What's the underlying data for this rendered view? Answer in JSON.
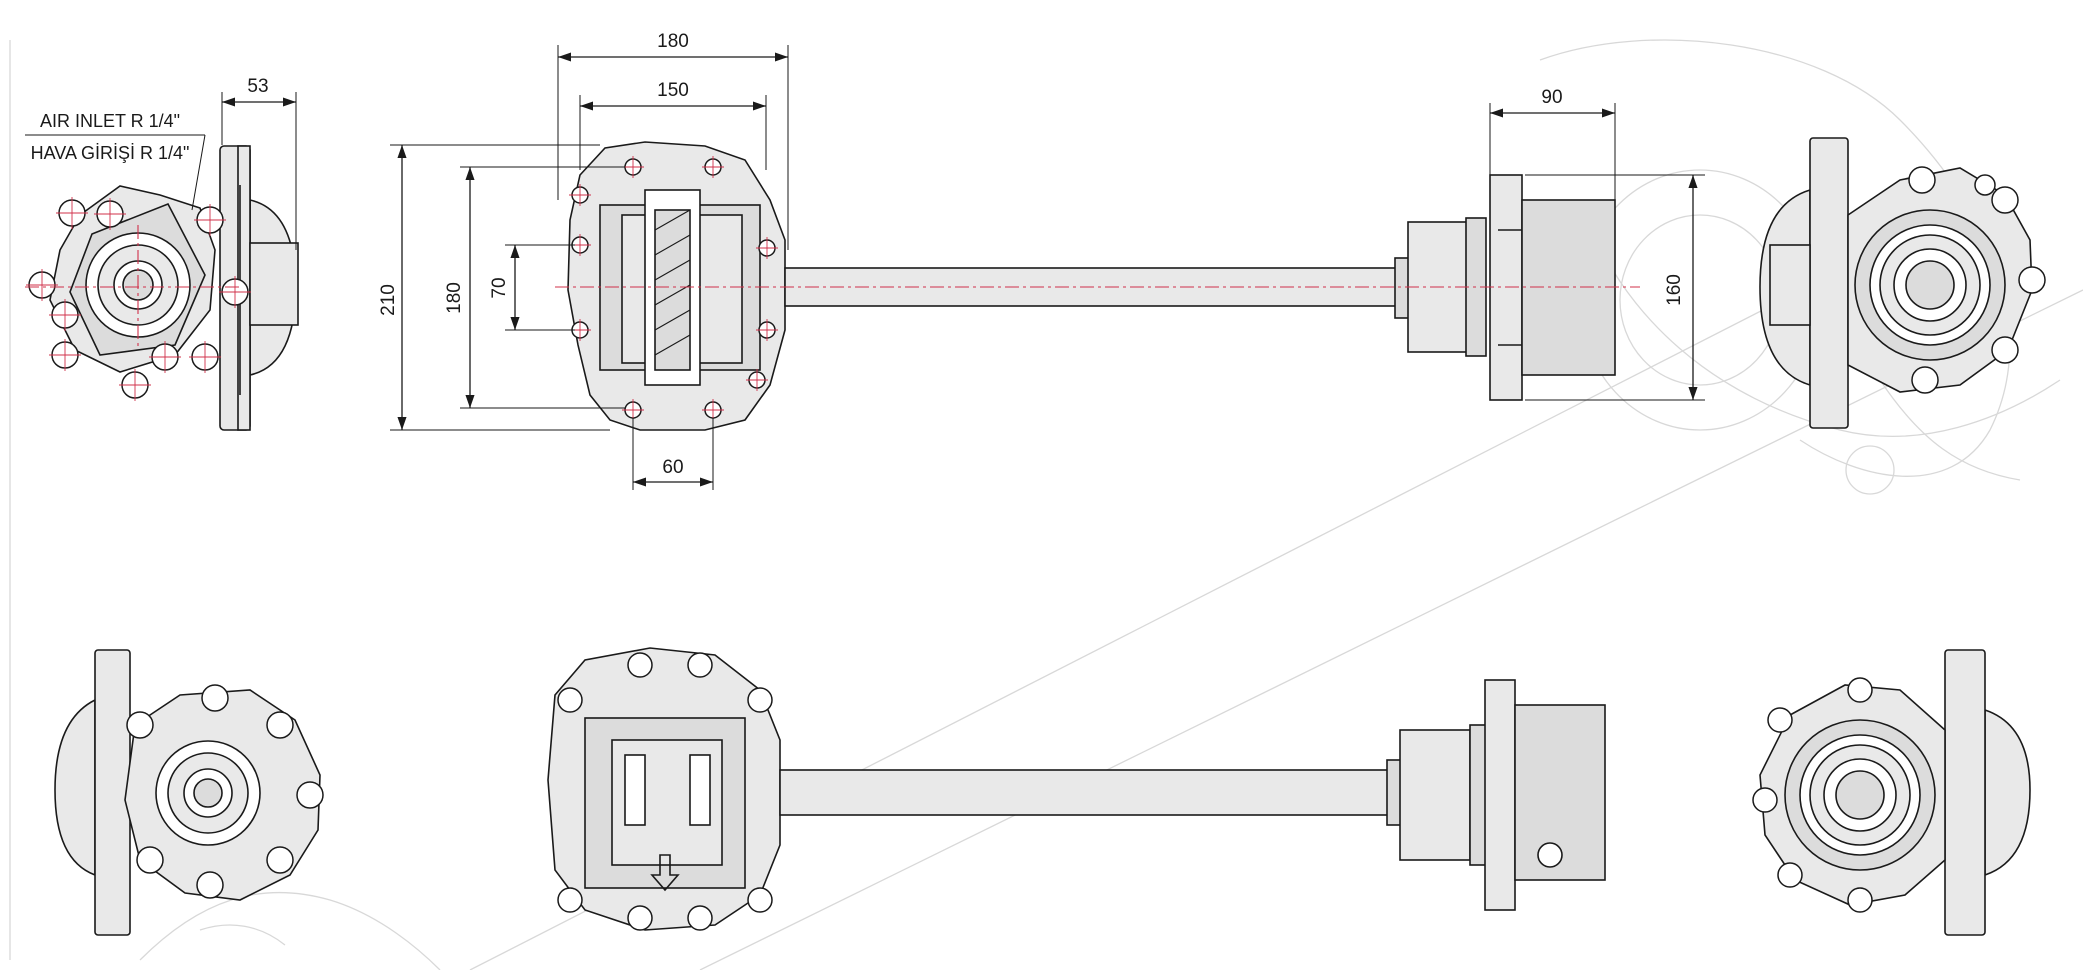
{
  "dimensions": {
    "d53": "53",
    "d180w": "180",
    "d150": "150",
    "d90": "90",
    "d210": "210",
    "d180h": "180",
    "d70": "70",
    "d60": "60",
    "d160": "160"
  },
  "labels": {
    "air_inlet_en": "AIR INLET R 1/4\"",
    "air_inlet_tr": "HAVA GİRİŞİ R 1/4\""
  }
}
